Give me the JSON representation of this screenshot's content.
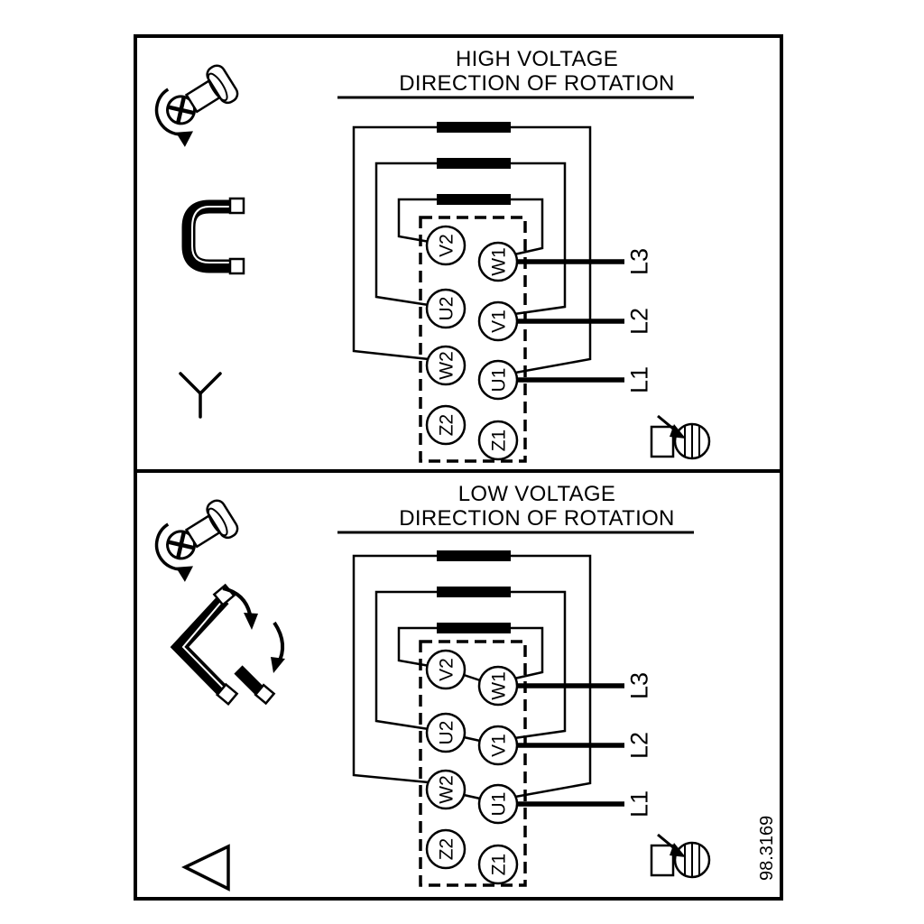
{
  "figure_number": "98.3169",
  "colors": {
    "ink": "#000000",
    "paper": "#ffffff"
  },
  "panels": [
    {
      "title_line1": "HIGH VOLTAGE",
      "title_line2": "DIRECTION OF ROTATION",
      "connection": "star",
      "terminals_left": [
        "V2",
        "U2",
        "W2",
        "Z2"
      ],
      "terminals_right": [
        "W1",
        "V1",
        "U1",
        "Z1"
      ],
      "supply_lines": [
        "L3",
        "L2",
        "L1"
      ],
      "icons": [
        "screw-icon",
        "jumper-bracket-icon",
        "star-symbol-icon",
        "motor-rotation-icon"
      ]
    },
    {
      "title_line1": "LOW VOLTAGE",
      "title_line2": "DIRECTION OF ROTATION",
      "connection": "delta",
      "terminals_left": [
        "V2",
        "U2",
        "W2",
        "Z2"
      ],
      "terminals_right": [
        "W1",
        "V1",
        "U1",
        "Z1"
      ],
      "supply_lines": [
        "L3",
        "L2",
        "L1"
      ],
      "icons": [
        "screw-icon",
        "delta-jumper-links-icon",
        "delta-symbol-icon",
        "motor-rotation-icon"
      ]
    }
  ]
}
